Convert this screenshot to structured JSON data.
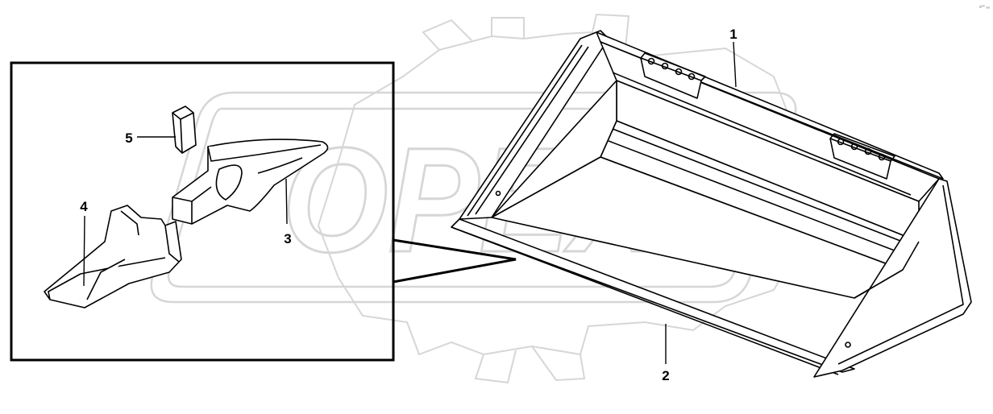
{
  "watermark": {
    "text": "OPEX",
    "color": "#d9d9d9"
  },
  "corner_code": "s⁰⁰ ₓₓₓ",
  "callouts": [
    {
      "id": "1",
      "label": "1"
    },
    {
      "id": "2",
      "label": "2"
    },
    {
      "id": "3",
      "label": "3"
    },
    {
      "id": "4",
      "label": "4"
    },
    {
      "id": "5",
      "label": "5"
    }
  ],
  "colors": {
    "line": "#000000",
    "background": "#ffffff",
    "watermark": "#d9d9d9"
  }
}
